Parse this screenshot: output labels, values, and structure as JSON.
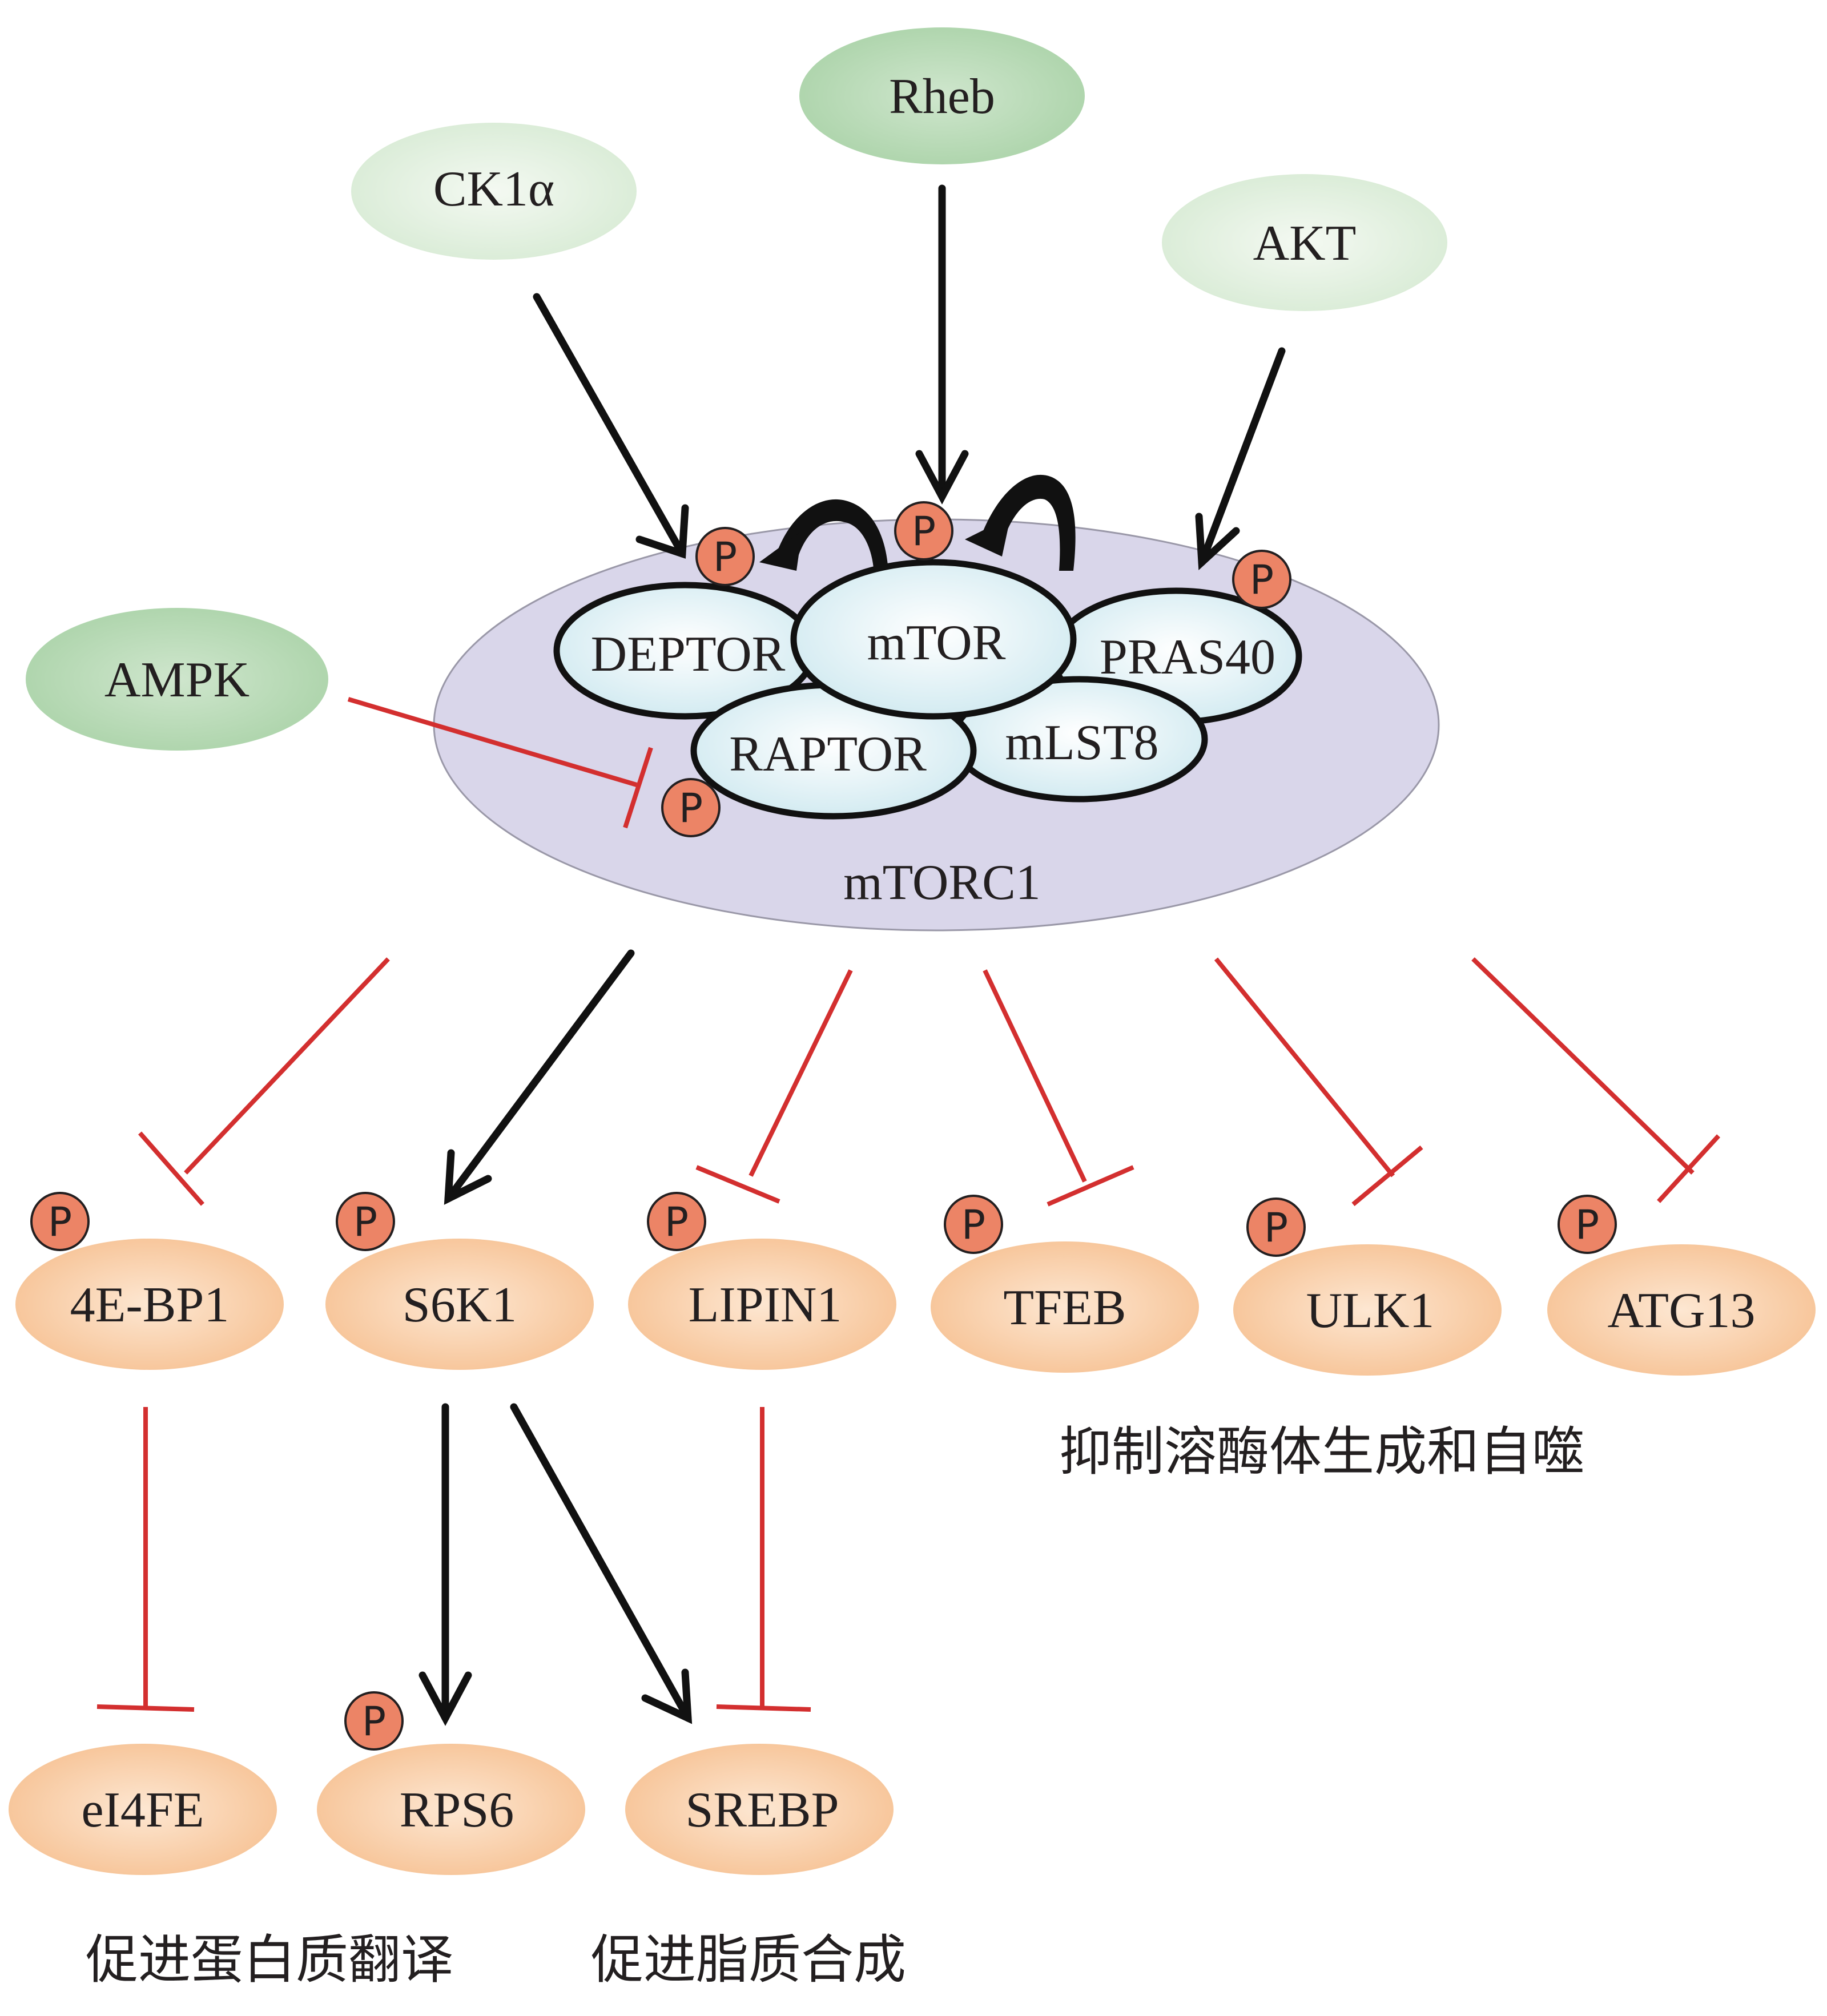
{
  "upstream": {
    "ck1a": "CK1α",
    "rheb": "Rheb",
    "akt": "AKT",
    "ampk": "AMPK"
  },
  "complex": {
    "name": "mTORC1",
    "deptor": "DEPTOR",
    "mtor": "mTOR",
    "pras40": "PRAS40",
    "raptor": "RAPTOR",
    "mlst8": "mLST8"
  },
  "phospho_label": "P",
  "targets": {
    "eb4": "4E-BP1",
    "s6k1": "S6K1",
    "lipin1": "LIPIN1",
    "tfeb": "TFEB",
    "ulk1": "ULK1",
    "atg13": "ATG13"
  },
  "downstream": {
    "ei4fe": "eI4FE",
    "rps6": "RPS6",
    "srebp": "SREBP"
  },
  "captions": {
    "autophagy": "抑制溶酶体生成和自噬",
    "translation": "促进蛋白质翻译",
    "lipid": "促进脂质合成"
  },
  "colors": {
    "activation": "#111111",
    "inhibition": "#d32f2f",
    "complex_fill": "#d9d6ea",
    "subunit_fill": "#dff0f4",
    "target_fill": "#f8cba0",
    "upstream_fill": "#b9dbb8",
    "phospho_fill": "#ec8466"
  }
}
